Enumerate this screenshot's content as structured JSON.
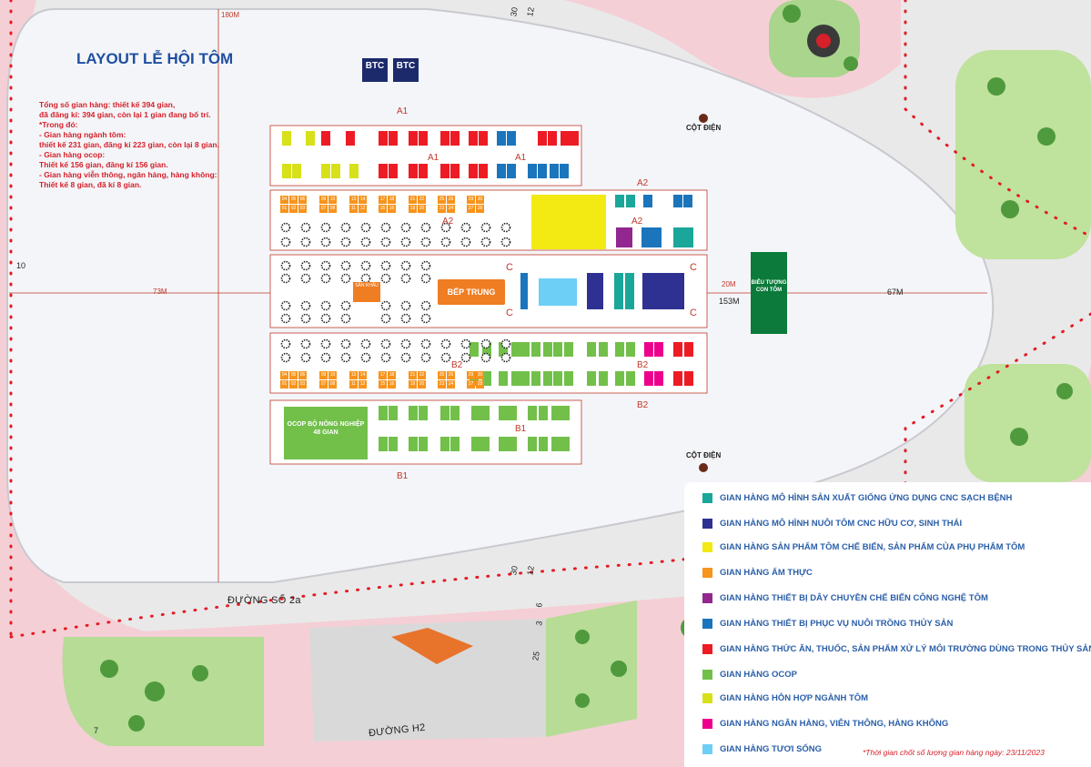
{
  "title": "LAYOUT LỄ HỘI TÔM",
  "logo": {
    "left": "BTC",
    "right": "BTC"
  },
  "stats": [
    "Tổng số gian hàng: thiết kế 394 gian,",
    "đã đăng kí: 394 gian, còn lại 1 gian đang bố trí.",
    "*Trong đó:",
    "- Gian hàng ngành tôm:",
    "thiết kế 231 gian, đăng kí 223 gian, còn lại 8 gian.",
    "- Gian hàng ocop:",
    "Thiết kế 156 gian, đăng kí 156 gian.",
    "- Gian hàng viễn thông, ngân hàng, hàng không:",
    "Thiết kế 8 gian, đã kí 8 gian."
  ],
  "labels": {
    "col_dien": "CỘT ĐIỆN",
    "stage": "SÂN KHẤU",
    "kitchen": "BẾP TRUNG TÂM",
    "ocop_block": "OCOP BỘ NÔNG NGHIỆP",
    "ocop_count": "48 GIAN",
    "bieu_tuong": "BIỂU TƯỢNG",
    "con_tom": "CON TÔM",
    "duong_2a": "ĐƯỜNG SỐ 2a",
    "duong_h2": "ĐƯỜNG H2"
  },
  "dims": {
    "m180": "180M",
    "m73": "73M",
    "m20": "20M",
    "m153": "153M",
    "m67": "67M",
    "m10": "10",
    "n30a": "30",
    "n12": "12",
    "n30b": "30",
    "n12b": "12",
    "n6": "6",
    "n3": "3",
    "n25": "25",
    "n7": "7"
  },
  "zones": {
    "a1": "A1",
    "a1l": "A1",
    "a1r": "A1",
    "a2": "A2",
    "a2l": "A2",
    "a2r": "A2",
    "b1": "B1",
    "b1m": "B1",
    "b2": "B2",
    "b2l": "B2",
    "b2r": "B2",
    "c": "C"
  },
  "booth_numbers": {
    "row1": [
      "04",
      "05",
      "06",
      "09",
      "10",
      "13",
      "14",
      "17",
      "18",
      "21",
      "22",
      "25",
      "26",
      "29",
      "30"
    ],
    "row2": [
      "01",
      "02",
      "03",
      "07",
      "08",
      "11",
      "12",
      "15",
      "16",
      "19",
      "20",
      "23",
      "24",
      "27",
      "28"
    ]
  },
  "legend": [
    {
      "label": "GIAN HÀNG MÔ HÌNH SẢN XUẤT GIỐNG ỨNG DỤNG CNC SẠCH BỆNH",
      "color": "#1aa79a"
    },
    {
      "label": "GIAN HÀNG MÔ HÌNH NUÔI TÔM CNC HỮU CƠ, SINH THÁI",
      "color": "#2e3192"
    },
    {
      "label": "GIAN HÀNG SẢN PHẨM TÔM CHẾ BIẾN, SẢN PHẨM CỦA PHỤ PHẨM TÔM",
      "color": "#f2ea12"
    },
    {
      "label": "GIAN HÀNG ẨM THỰC",
      "color": "#f7941d"
    },
    {
      "label": "GIAN HÀNG THIẾT BỊ DÂY CHUYỀN CHẾ BIẾN CÔNG NGHỆ TÔM",
      "color": "#92278f"
    },
    {
      "label": "GIAN HÀNG  THIẾT BỊ PHỤC VỤ  NUÔI TRỒNG THỦY SẢN",
      "color": "#1b75bc"
    },
    {
      "label": "GIAN HÀNG THỨC ĂN, THUỐC, SẢN PHẨM XỬ LÝ MÔI TRƯỜNG DÙNG TRONG THỦY SẢN",
      "color": "#ed1c24"
    },
    {
      "label": "GIAN HÀNG OCOP",
      "color": "#72c04a"
    },
    {
      "label": "GIAN HÀNG HỖN HỢP NGÀNH TÔM",
      "color": "#d7e11a"
    },
    {
      "label": " GIAN HÀNG NGÂN HÀNG, VIỄN THÔNG, HÀNG KHÔNG",
      "color": "#ec008c"
    },
    {
      "label": "GIAN HÀNG TƯƠI SỐNG",
      "color": "#6dcff6"
    }
  ],
  "note": "*Thời gian chốt số lượng gian hàng ngày: 23/11/2023"
}
